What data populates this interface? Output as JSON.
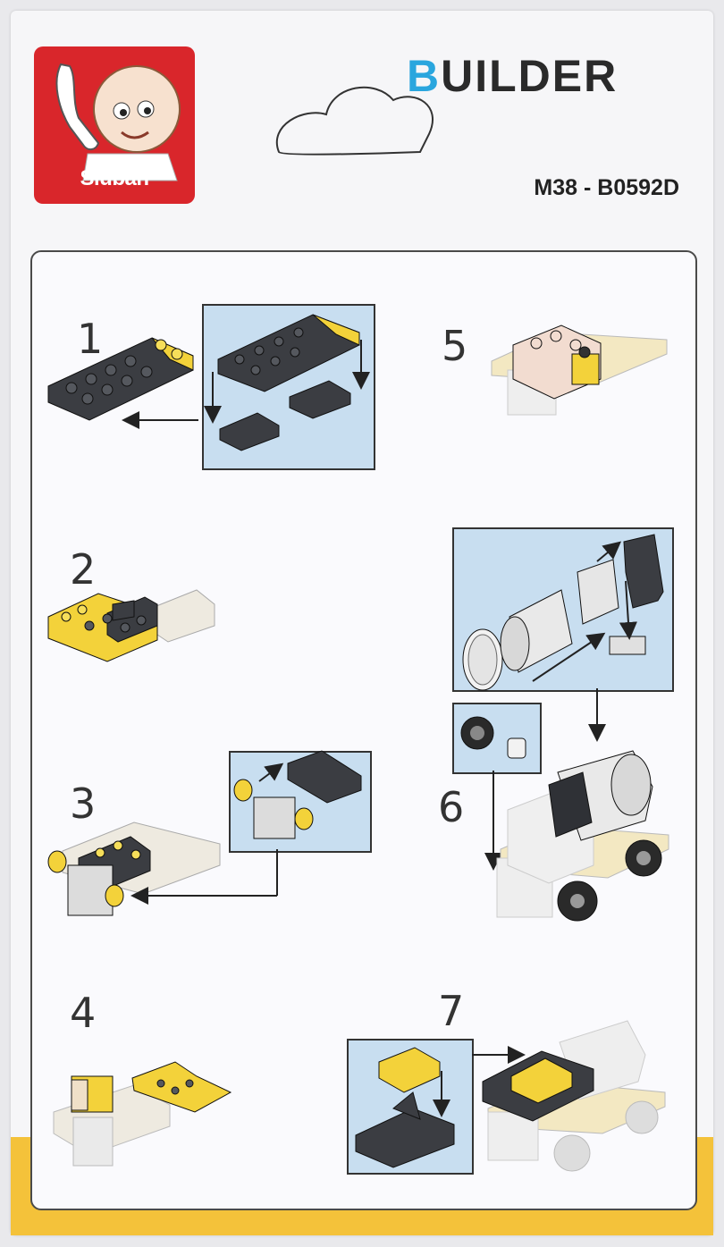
{
  "brand": {
    "logo_text": "Sluban",
    "title_first_letter": "B",
    "title_rest": "UILDER",
    "model_code": "M38 - B0592D"
  },
  "steps": [
    {
      "number": "1"
    },
    {
      "number": "2"
    },
    {
      "number": "3"
    },
    {
      "number": "4"
    },
    {
      "number": "5"
    },
    {
      "number": "6"
    },
    {
      "number": "7"
    }
  ],
  "colors": {
    "accent_yellow": "#f4c23a",
    "logo_red": "#d9262b",
    "brick_dark": "#3b3d42",
    "brick_yellow": "#f3d23a",
    "inset_blue": "#c8def0",
    "brand_blue": "#2aa6de"
  },
  "icons": [
    "mascot-icon",
    "cloud-outline-icon",
    "arrow-icon"
  ]
}
